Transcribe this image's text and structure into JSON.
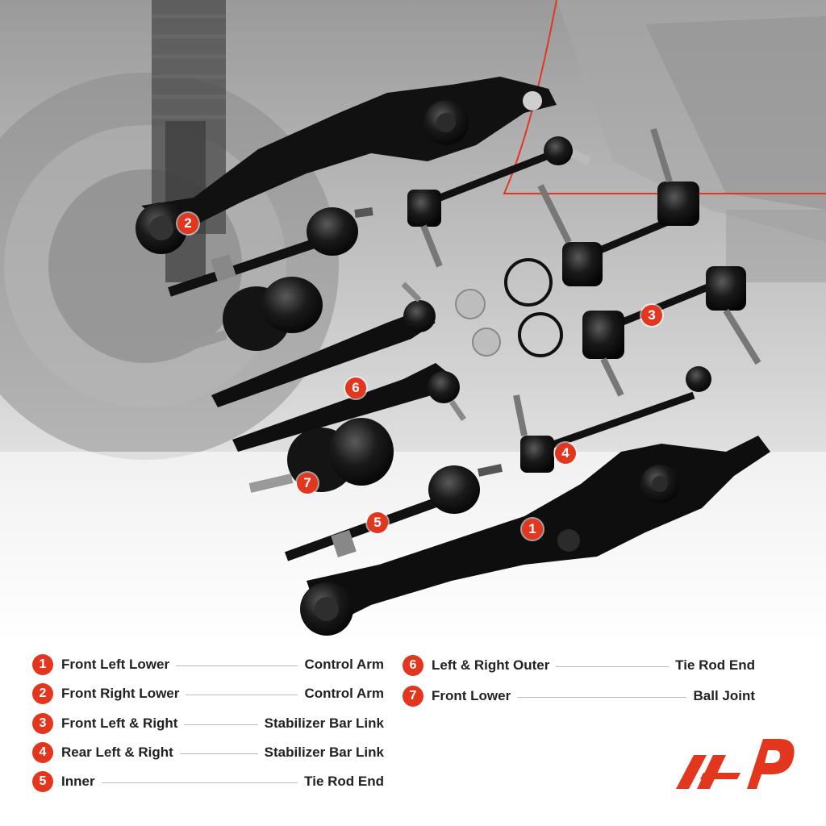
{
  "callouts": [
    {
      "id": "callout-1",
      "label": "1"
    },
    {
      "id": "callout-2",
      "label": "2"
    },
    {
      "id": "callout-3",
      "label": "3"
    },
    {
      "id": "callout-4",
      "label": "4"
    },
    {
      "id": "callout-5",
      "label": "5"
    },
    {
      "id": "callout-6",
      "label": "6"
    },
    {
      "id": "callout-7",
      "label": "7"
    }
  ],
  "legend": {
    "items": [
      {
        "number": "1",
        "left": "Front Left Lower",
        "right": "Control Arm"
      },
      {
        "number": "2",
        "left": "Front Right Lower",
        "right": "Control Arm"
      },
      {
        "number": "3",
        "left": "Front Left & Right",
        "right": "Stabilizer Bar Link"
      },
      {
        "number": "4",
        "left": "Rear Left & Right",
        "right": "Stabilizer Bar Link"
      },
      {
        "number": "5",
        "left": "Inner",
        "right": "Tie Rod End"
      },
      {
        "number": "6",
        "left": "Left & Right Outer",
        "right": "Tie Rod End"
      },
      {
        "number": "7",
        "left": "Front Lower",
        "right": "Ball Joint"
      }
    ]
  },
  "colors": {
    "accent": "#e2361f",
    "text": "#222222",
    "part": "#111111",
    "background_photo": "#cfcfcf"
  },
  "logo": {
    "icon": "brand-logo-icon"
  }
}
